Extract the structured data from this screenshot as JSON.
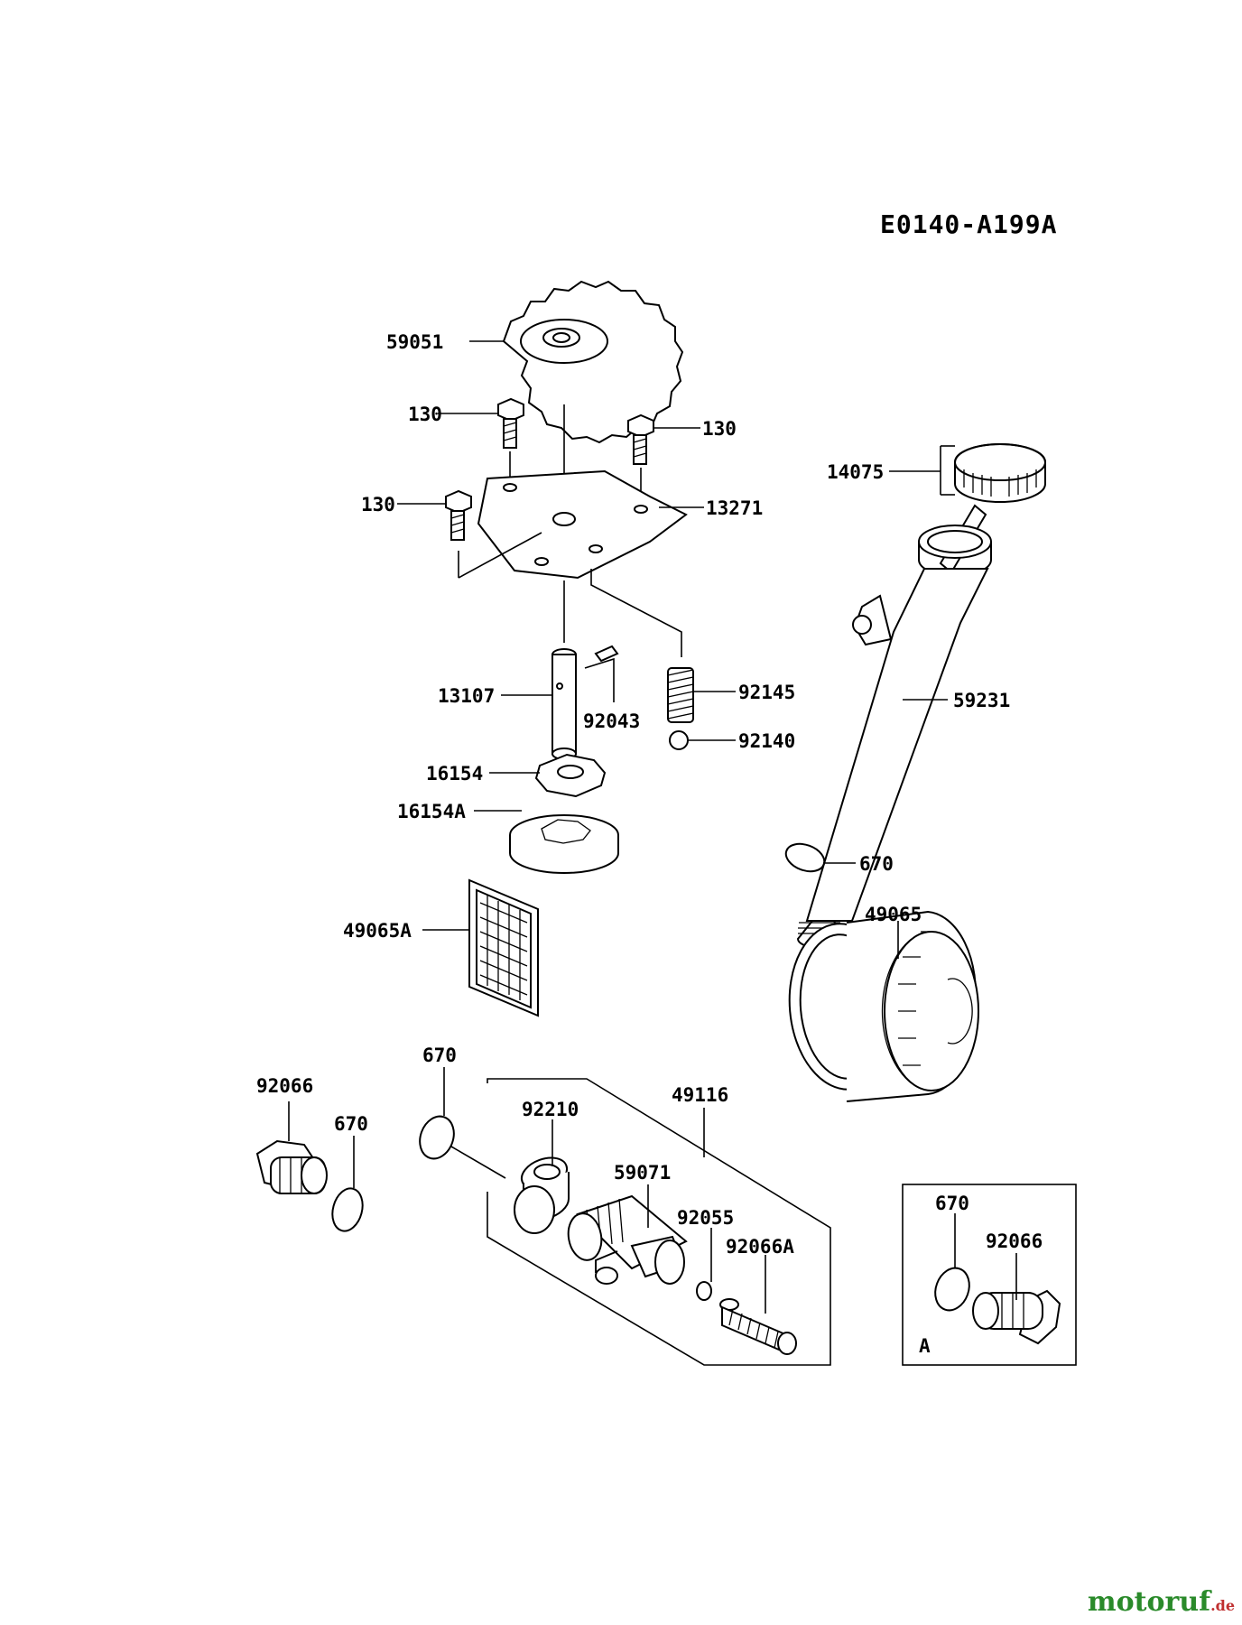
{
  "diagram": {
    "code": "E0140-A199A",
    "inset_label": "A",
    "labels": {
      "p59051": "59051",
      "p130a": "130",
      "p130b": "130",
      "p130c": "130",
      "p13271": "13271",
      "p14075": "14075",
      "p13107": "13107",
      "p92043": "92043",
      "p92145": "92145",
      "p92140": "92140",
      "p59231": "59231",
      "p16154": "16154",
      "p16154A": "16154A",
      "p670a": "670",
      "p49065A": "49065A",
      "p49065": "49065",
      "p670b": "670",
      "p92066a": "92066",
      "p670c": "670",
      "p49116": "49116",
      "p92210": "92210",
      "p59071": "59071",
      "p92055": "92055",
      "p92066A": "92066A",
      "p670d": "670",
      "p92066b": "92066"
    }
  },
  "watermark": {
    "main": "motoruf",
    "sub": ".de"
  }
}
